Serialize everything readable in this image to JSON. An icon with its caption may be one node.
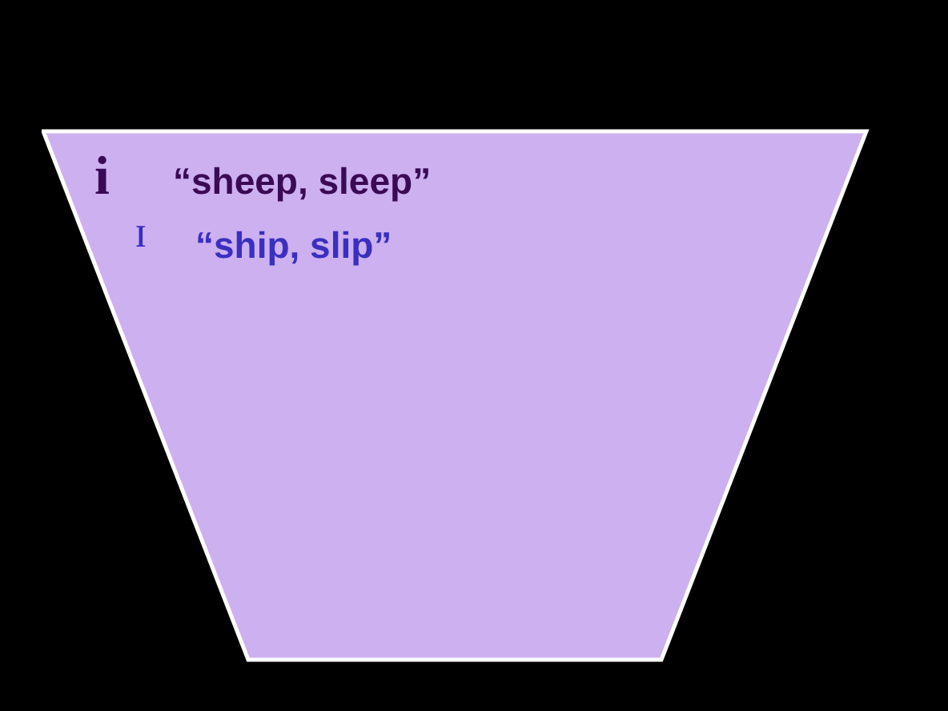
{
  "diagram": {
    "nodes": [
      {
        "text": [
          "i",
          "“sheep, sleep”",
          "ɪ",
          "“ship, slip”"
        ]
      }
    ]
  }
}
